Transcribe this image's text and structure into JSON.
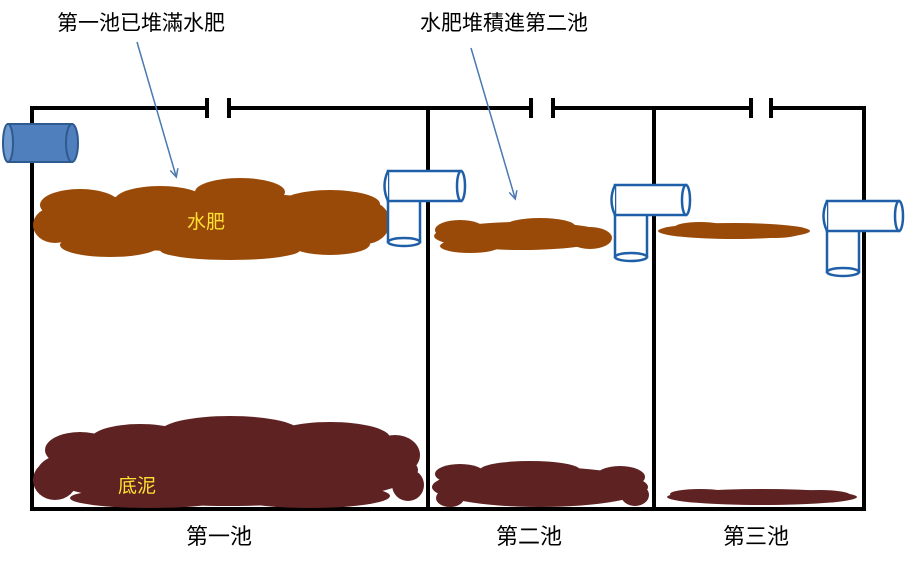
{
  "annotations": {
    "left": "第一池已堆滿水肥",
    "right": "水肥堆積進第二池"
  },
  "tank_labels": {
    "first": "第一池",
    "second": "第二池",
    "third": "第三池"
  },
  "content_labels": {
    "scum": "水肥",
    "sludge": "底泥"
  },
  "colors": {
    "wall": "#000000",
    "scum": "#9a4a08",
    "sludge": "#5e2222",
    "pipe_stroke": "#1f5fa8",
    "inlet_pipe": "#4f7fbd",
    "arrow": "#4a7ab0",
    "label_text": "#ffe033"
  }
}
